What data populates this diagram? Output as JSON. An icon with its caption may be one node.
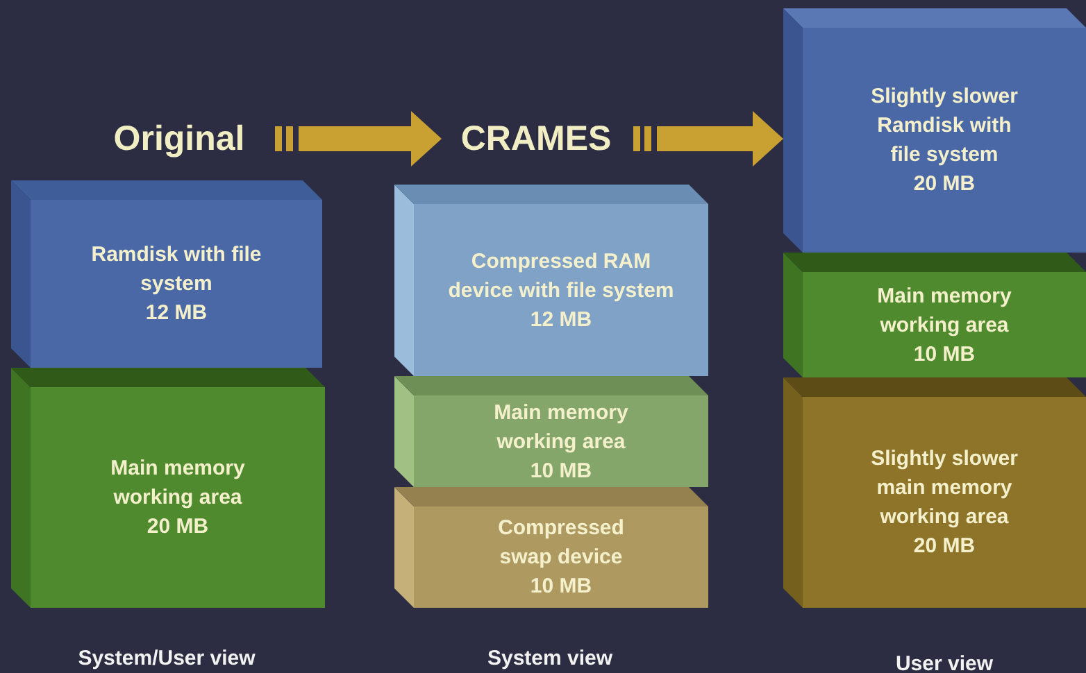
{
  "diagram": {
    "nodes": [
      {
        "text": [
          "Original"
        ]
      },
      {
        "text": [
          "CRAMES"
        ]
      },
      {
        "text": [
          "Ramdisk with file system",
          "12 MB"
        ]
      },
      {
        "text": [
          "Main memory working area",
          "20 MB"
        ]
      },
      {
        "text": [
          "Compressed RAM device with file system",
          "12 MB"
        ]
      },
      {
        "text": [
          "Main memory working area",
          "10 MB"
        ]
      },
      {
        "text": [
          "Compressed swap device",
          "10 MB"
        ]
      },
      {
        "text": [
          "Slightly slower Ramdisk with file system",
          "20 MB"
        ]
      },
      {
        "text": [
          "Main memory working area",
          "10 MB"
        ]
      },
      {
        "text": [
          "Slightly slower main memory working area",
          "20 MB"
        ]
      }
    ],
    "edges": [
      {
        "from": 0,
        "to": 1,
        "arrow": "to"
      },
      {
        "from": 1,
        "to": 7,
        "arrow": "to"
      }
    ],
    "labels": [
      "System/User view",
      "System view",
      "User view"
    ]
  }
}
